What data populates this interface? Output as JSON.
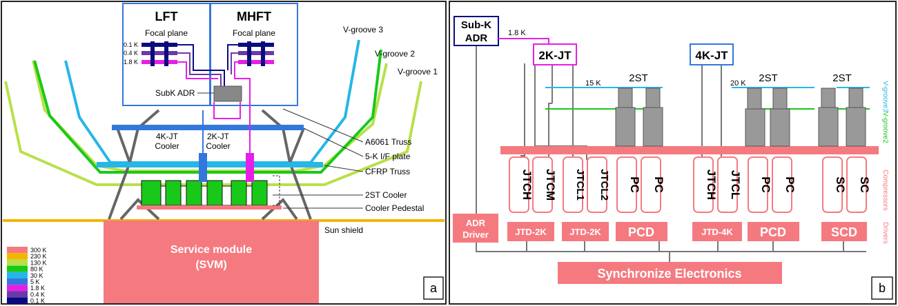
{
  "panel_a": {
    "lft": "LFT",
    "mhft": "MHFT",
    "focal_plane_left": "Focal plane",
    "focal_plane_right": "Focal plane",
    "temp_01": "0.1 K",
    "temp_04": "0.4 K",
    "temp_18": "1.8 K",
    "subk_adr": "SubK ADR",
    "cooler_4k_line1": "4K-JT",
    "cooler_4k_line2": "Cooler",
    "cooler_2k_line1": "2K-JT",
    "cooler_2k_line2": "Cooler",
    "vgroove3": "V-groove 3",
    "vgroove2": "V-groove 2",
    "vgroove1": "V-groove 1",
    "a6061_truss": "A6061 Truss",
    "if_plate": "5-K I/F plate",
    "cfrp_truss": "CFRP Truss",
    "cooler_2st": "2ST Cooler",
    "cooler_pedestal": "Cooler Pedestal",
    "sun_shield": "Sun shield",
    "svm_line1": "Service module",
    "svm_line2": "(SVM)",
    "legend": [
      {
        "label": "300 K",
        "color": "#f57a80"
      },
      {
        "label": "230 K",
        "color": "#f5b400"
      },
      {
        "label": "130 K",
        "color": "#b8e04a"
      },
      {
        "label": "80 K",
        "color": "#19c919"
      },
      {
        "label": "30 K",
        "color": "#26b6e8"
      },
      {
        "label": "5 K",
        "color": "#3377dd"
      },
      {
        "label": "1.8 K",
        "color": "#e61fe6"
      },
      {
        "label": "0.4 K",
        "color": "#6a3aa8"
      },
      {
        "label": "0.1 K",
        "color": "#0a0a80"
      }
    ],
    "panel_letter": "a"
  },
  "panel_b": {
    "subk_line1": "Sub-K",
    "subk_line2": "ADR",
    "temp_18": "1.8 K",
    "jt2k": "2K-JT",
    "jt4k": "4K-JT",
    "st_1": "2ST",
    "st_2": "2ST",
    "st_3": "2ST",
    "temp_15": "15 K",
    "temp_20": "20 K",
    "vgroove3": "V-groove3",
    "vgroove2": "V-groove2",
    "compressors": "Compressors",
    "drivers": "Drivers",
    "compressor_labels": [
      "JTCH",
      "JTCM",
      "JTCL1",
      "JTCL2",
      "PC",
      "PC",
      "JTCH",
      "JTCL",
      "PC",
      "PC",
      "SC",
      "SC"
    ],
    "adr_driver_line1": "ADR",
    "adr_driver_line2": "Driver",
    "jtd2k_1": "JTD-2K",
    "jtd2k_2": "JTD-2K",
    "pcd_1": "PCD",
    "jtd4k": "JTD-4K",
    "pcd_2": "PCD",
    "scd": "SCD",
    "sync": "Synchronize Electronics",
    "panel_letter": "b"
  }
}
